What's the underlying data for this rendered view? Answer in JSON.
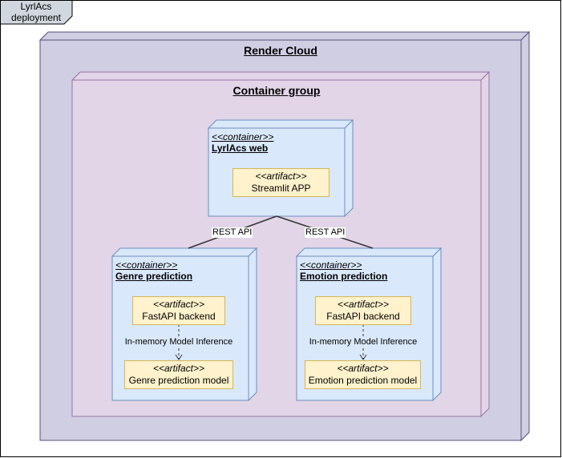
{
  "frame": {
    "label_line1": "LyrlAcs",
    "label_line2": "deployment"
  },
  "render_cloud": {
    "title": "Render Cloud"
  },
  "container_group": {
    "title": "Container group"
  },
  "web": {
    "stereotype": "<<container>>",
    "name": "LyrlAcs web",
    "artifact": {
      "stereotype": "<<artifact>>",
      "name": "Streamlit APP"
    }
  },
  "genre": {
    "stereotype": "<<container>>",
    "name": "Genre prediction",
    "backend": {
      "stereotype": "<<artifact>>",
      "name": "FastAPI backend"
    },
    "inference_label": "In-memory Model Inference",
    "model": {
      "stereotype": "<<artifact>>",
      "name": "Genre prediction model"
    }
  },
  "emotion": {
    "stereotype": "<<container>>",
    "name": "Emotion prediction",
    "backend": {
      "stereotype": "<<artifact>>",
      "name": "FastAPI backend"
    },
    "inference_label": "In-memory Model Inference",
    "model": {
      "stereotype": "<<artifact>>",
      "name": "Emotion prediction model"
    }
  },
  "edges": {
    "left_label": "REST API",
    "right_label": "REST API"
  },
  "colors": {
    "outer_fill": "#d0cee2",
    "outer_stroke": "#56517e",
    "group_fill": "#e1d5e7",
    "group_stroke": "#9673a6",
    "node_fill": "#dae8fc",
    "node_stroke": "#6c8ebf",
    "artifact_fill": "#fff2cc",
    "artifact_stroke": "#d6b656"
  }
}
